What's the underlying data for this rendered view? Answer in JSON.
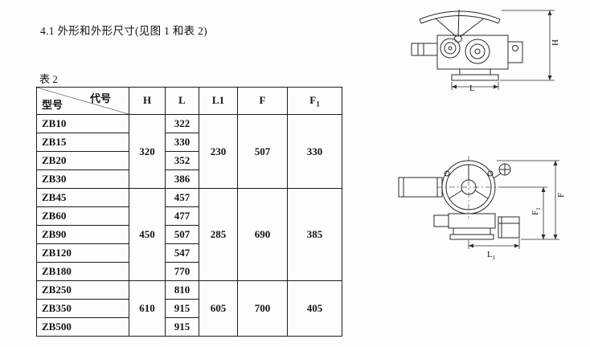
{
  "page": {
    "section_title": "4.1 外形和外形尺寸(见图 1 和表 2)",
    "table_label": "表 2"
  },
  "table": {
    "header": {
      "code_label": "代号",
      "model_label": "型号",
      "columns": [
        {
          "label": "H",
          "sub": ""
        },
        {
          "label": "L",
          "sub": ""
        },
        {
          "label": "L1",
          "sub": ""
        },
        {
          "label": "F",
          "sub": ""
        },
        {
          "label": "F",
          "sub": "1"
        }
      ]
    },
    "groups": [
      {
        "h": "320",
        "l1": "230",
        "f": "507",
        "f1": "330",
        "rows": [
          {
            "model": "ZB10",
            "l": "322"
          },
          {
            "model": "ZB15",
            "l": "330"
          },
          {
            "model": "ZB20",
            "l": "352"
          },
          {
            "model": "ZB30",
            "l": "386"
          }
        ]
      },
      {
        "h": "450",
        "l1": "285",
        "f": "690",
        "f1": "385",
        "rows": [
          {
            "model": "ZB45",
            "l": "457"
          },
          {
            "model": "ZB60",
            "l": "477"
          },
          {
            "model": "ZB90",
            "l": "507"
          },
          {
            "model": "ZB120",
            "l": "547"
          },
          {
            "model": "ZB180",
            "l": "770"
          }
        ]
      },
      {
        "h": "610",
        "l1": "605",
        "f": "700",
        "f1": "405",
        "rows": [
          {
            "model": "ZB250",
            "l": "810"
          },
          {
            "model": "ZB350",
            "l": "915"
          },
          {
            "model": "ZB500",
            "l": "915"
          }
        ]
      }
    ]
  },
  "figures": {
    "top": {
      "dim_h": "H",
      "dim_l": "L"
    },
    "bottom": {
      "dim_f": "F",
      "dim_f1": "F",
      "dim_f1_sub": "1",
      "dim_l1": "L",
      "dim_l1_sub": "1"
    }
  }
}
